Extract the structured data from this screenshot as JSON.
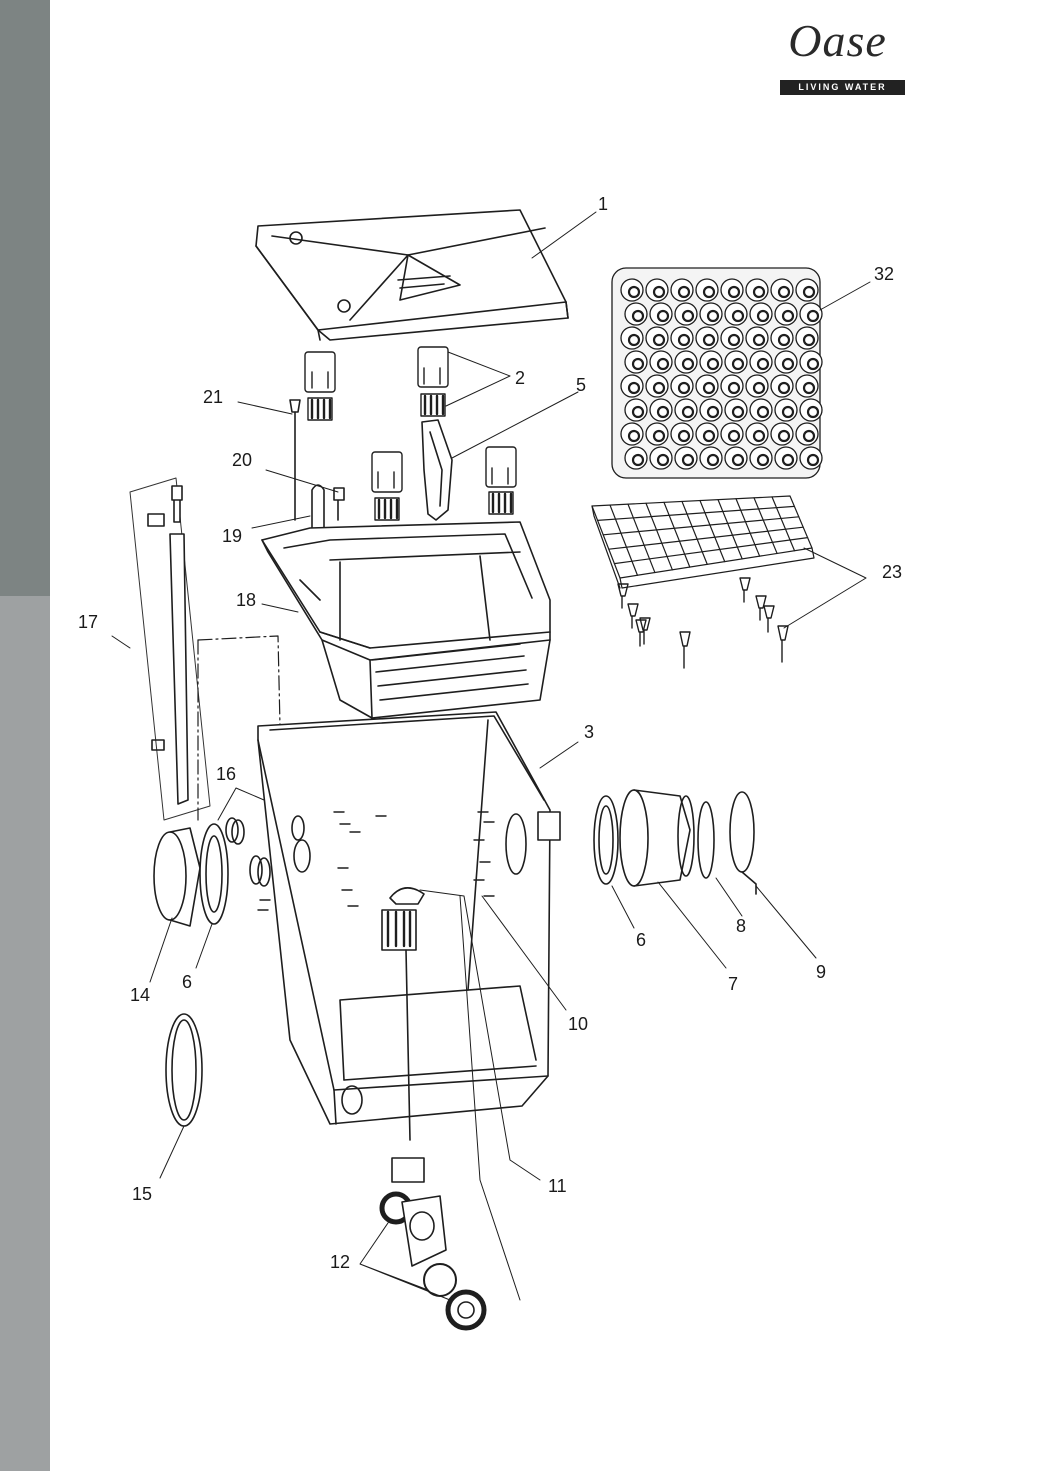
{
  "logo": {
    "brand": "Oase",
    "tagline": "LIVING WATER"
  },
  "callouts": [
    {
      "id": "c1",
      "label": "1"
    },
    {
      "id": "c32",
      "label": "32"
    },
    {
      "id": "c2",
      "label": "2"
    },
    {
      "id": "c5",
      "label": "5"
    },
    {
      "id": "c21",
      "label": "21"
    },
    {
      "id": "c20",
      "label": "20"
    },
    {
      "id": "c19",
      "label": "19"
    },
    {
      "id": "c18",
      "label": "18"
    },
    {
      "id": "c23",
      "label": "23"
    },
    {
      "id": "c17",
      "label": "17"
    },
    {
      "id": "c3",
      "label": "3"
    },
    {
      "id": "c16",
      "label": "16"
    },
    {
      "id": "c6b",
      "label": "6"
    },
    {
      "id": "c7",
      "label": "7"
    },
    {
      "id": "c8",
      "label": "8"
    },
    {
      "id": "c9",
      "label": "9"
    },
    {
      "id": "c14",
      "label": "14"
    },
    {
      "id": "c6a",
      "label": "6"
    },
    {
      "id": "c10",
      "label": "10"
    },
    {
      "id": "c15",
      "label": "15"
    },
    {
      "id": "c11",
      "label": "11"
    },
    {
      "id": "c12",
      "label": "12"
    }
  ]
}
